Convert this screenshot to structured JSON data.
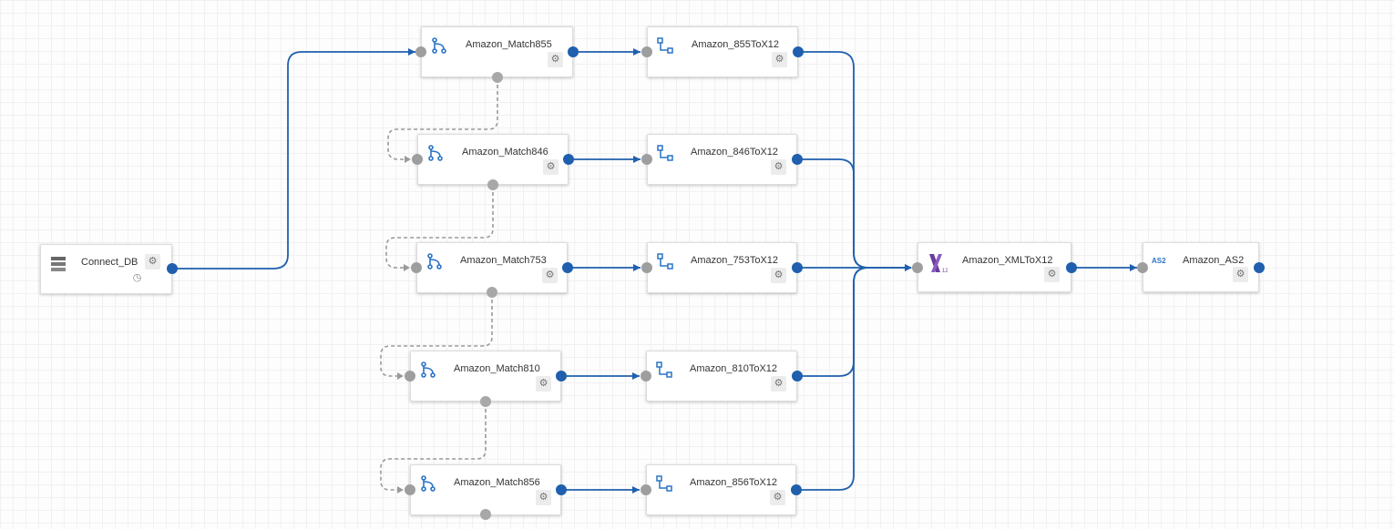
{
  "colors": {
    "link": "#1f5fad",
    "dashed_link": "#9a9a9a",
    "output_port": "#1f5fad",
    "input_port": "#9e9e9e",
    "match_icon": "#2a73c7",
    "xml_icon": "#6a3c9c"
  },
  "nodes": {
    "connect_db": {
      "label": "Connect_DB",
      "icon": "database-icon"
    },
    "match855": {
      "label": "Amazon_Match855",
      "icon": "fork-icon"
    },
    "match846": {
      "label": "Amazon_Match846",
      "icon": "fork-icon"
    },
    "match753": {
      "label": "Amazon_Match753",
      "icon": "fork-icon"
    },
    "match810": {
      "label": "Amazon_Match810",
      "icon": "fork-icon"
    },
    "match856": {
      "label": "Amazon_Match856",
      "icon": "fork-icon"
    },
    "x855": {
      "label": "Amazon_855ToX12",
      "icon": "mapping-icon"
    },
    "x846": {
      "label": "Amazon_846ToX12",
      "icon": "mapping-icon"
    },
    "x753": {
      "label": "Amazon_753ToX12",
      "icon": "mapping-icon"
    },
    "x810": {
      "label": "Amazon_810ToX12",
      "icon": "mapping-icon"
    },
    "x856": {
      "label": "Amazon_856ToX12",
      "icon": "mapping-icon"
    },
    "xmltox12": {
      "label": "Amazon_XMLToX12",
      "icon": "x12-icon"
    },
    "as2": {
      "label": "Amazon_AS2",
      "icon": "as2-icon",
      "icon_text": "AS2"
    }
  }
}
